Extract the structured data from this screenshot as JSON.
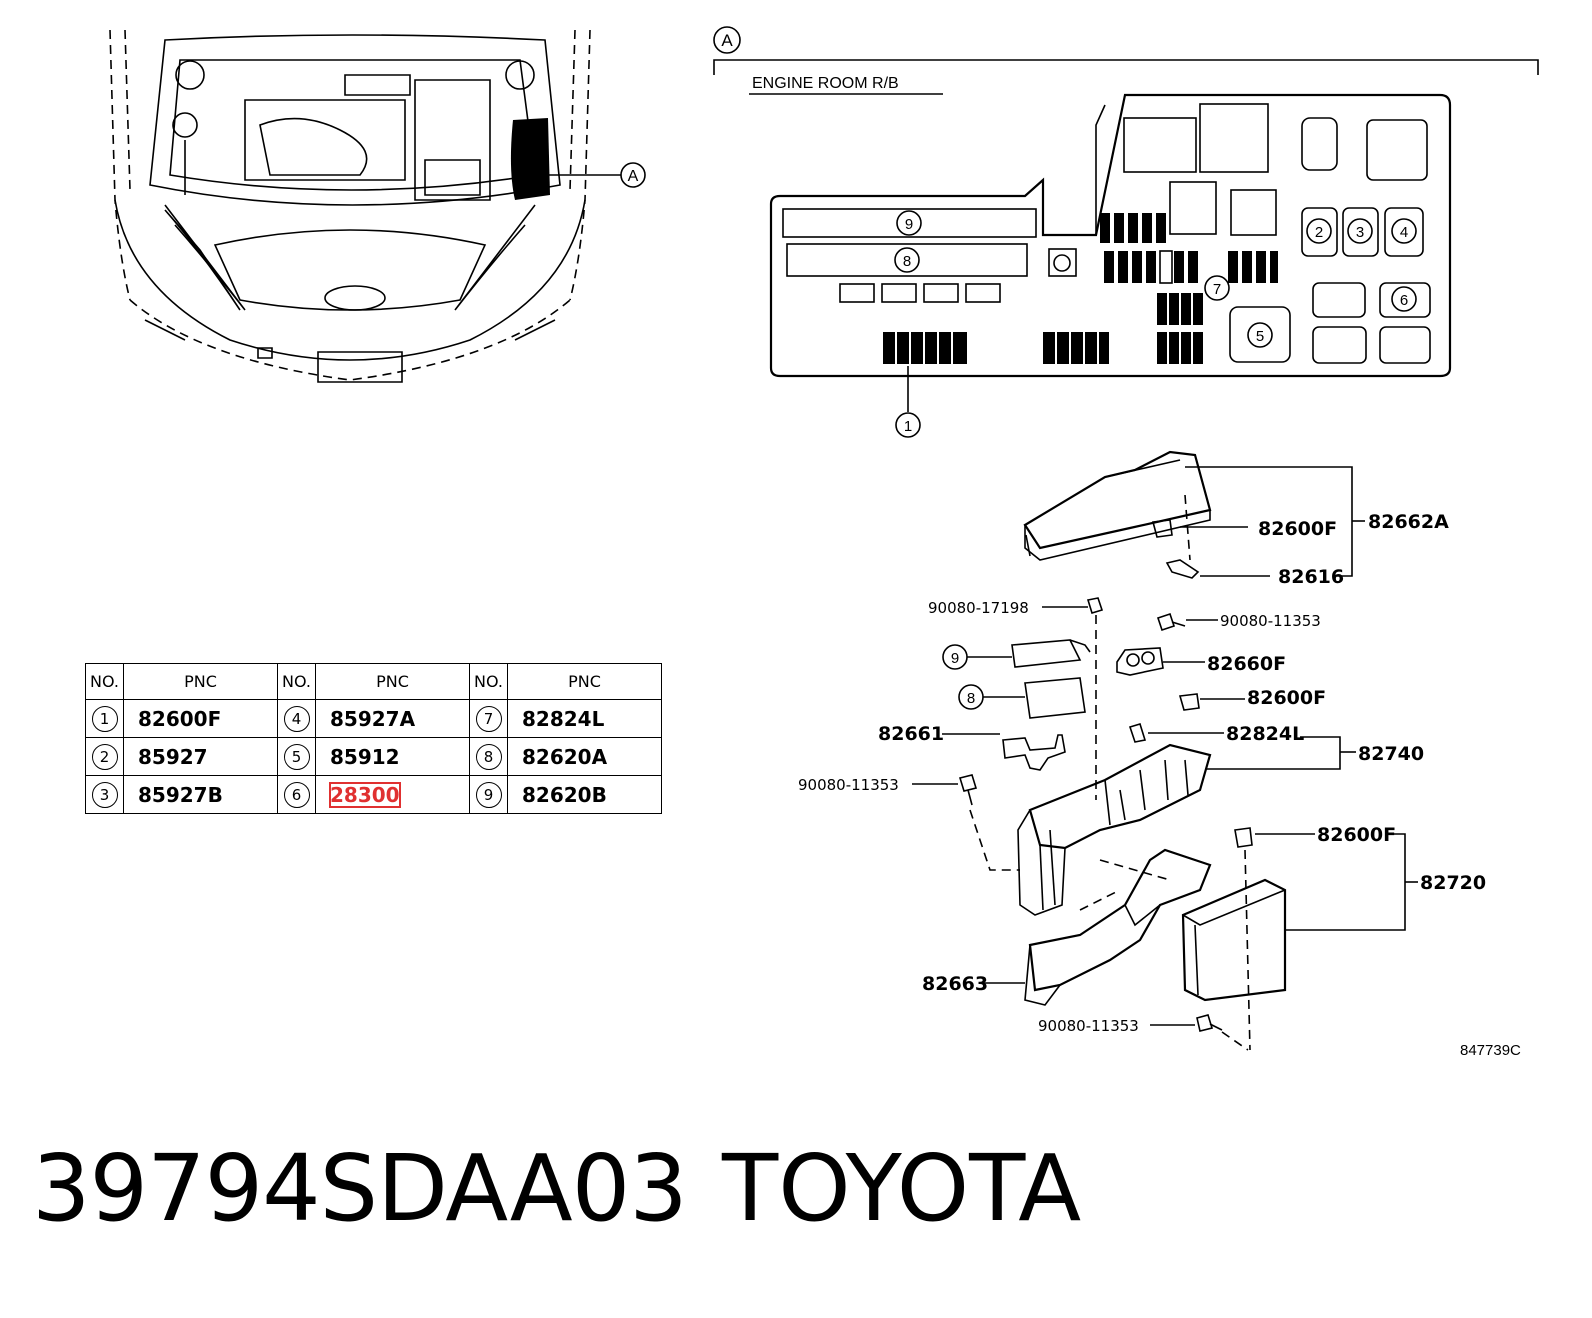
{
  "callouts": {
    "section_marker": "A",
    "section_title": "ENGINE ROOM R/B",
    "diagram_code": "847739C",
    "numbers": [
      "1",
      "2",
      "3",
      "4",
      "5",
      "6",
      "7",
      "8",
      "9"
    ]
  },
  "part_labels": {
    "p82662A": "82662A",
    "p82600F_top": "82600F",
    "p82616": "82616",
    "p90080_17198": "90080-17198",
    "p90080_11353_a": "90080-11353",
    "p82660F": "82660F",
    "p82600F_mid": "82600F",
    "p82661": "82661",
    "p82824L": "82824L",
    "p82740": "82740",
    "p90080_11353_b": "90080-11353",
    "p82600F_low": "82600F",
    "p82720": "82720",
    "p82663": "82663",
    "p90080_11353_c": "90080-11353"
  },
  "table": {
    "headers": [
      "NO.",
      "PNC",
      "NO.",
      "PNC",
      "NO.",
      "PNC"
    ],
    "rows": [
      [
        {
          "no": "1",
          "pnc": "82600F"
        },
        {
          "no": "4",
          "pnc": "85927A"
        },
        {
          "no": "7",
          "pnc": "82824L"
        }
      ],
      [
        {
          "no": "2",
          "pnc": "85927"
        },
        {
          "no": "5",
          "pnc": "85912"
        },
        {
          "no": "8",
          "pnc": "82620A"
        }
      ],
      [
        {
          "no": "3",
          "pnc": "85927B"
        },
        {
          "no": "6",
          "pnc": "28300",
          "highlighted": true
        },
        {
          "no": "9",
          "pnc": "82620B"
        }
      ]
    ]
  },
  "footer": {
    "part_code": "39794SDAA03",
    "brand": "TOYOTA"
  }
}
